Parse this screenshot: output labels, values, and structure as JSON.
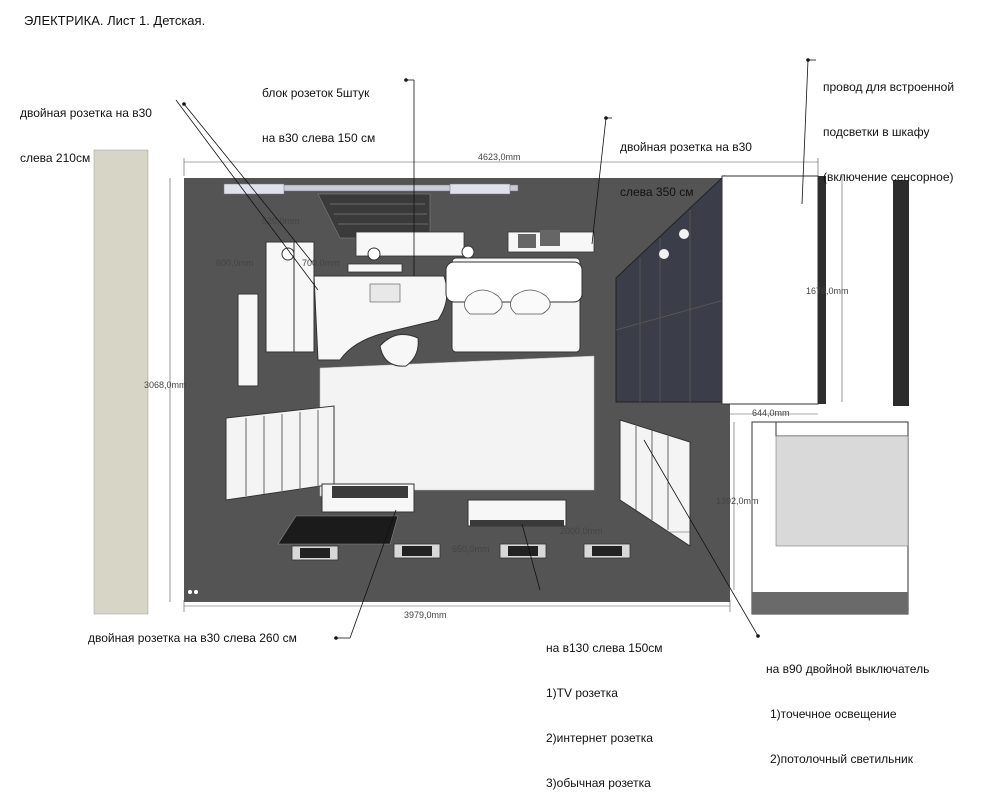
{
  "title": "ЭЛЕКТРИКА. Лист 1. Детская.",
  "annotations": {
    "socket_block": [
      "блок розеток 5штук",
      "на в30 слева 150 см"
    ],
    "double_socket_210": [
      "двойная розетка на в30",
      "слева 210см"
    ],
    "double_socket_350": [
      "двойная розетка на в30",
      "слева 350 см"
    ],
    "wardrobe_wire": [
      "провод для встроенной",
      "подсветки в шкафу",
      "(включение сенсорное)"
    ],
    "double_socket_260": "двойная розетка на в30 слева 260 см",
    "tv_block": [
      "на в130 слева 150см",
      "1)TV розетка",
      "2)интернет розетка",
      "3)обычная розетка"
    ],
    "switch": [
      "на в90 двойной выключатель",
      "1)точечное освещение",
      "2)потолочный светильник"
    ]
  },
  "dimensions": {
    "top": "4623,0mm",
    "left": "3068,0mm",
    "bottom": "3979,0mm",
    "wardrobe_height": "1676,0mm",
    "wardrobe_depth": "644,0mm",
    "right_low": "1392,0mm",
    "tv_width": "2000,0mm",
    "tv_offset": "650,0mm",
    "shelf_a": "520,0mm",
    "shelf_b": "600,0mm",
    "desk": "700,0mm"
  },
  "colors": {
    "floor": "#545454",
    "wall": "#d7d6c6",
    "furniture": "#f7f7f7",
    "wardrobe_door": "#3b3d48"
  }
}
